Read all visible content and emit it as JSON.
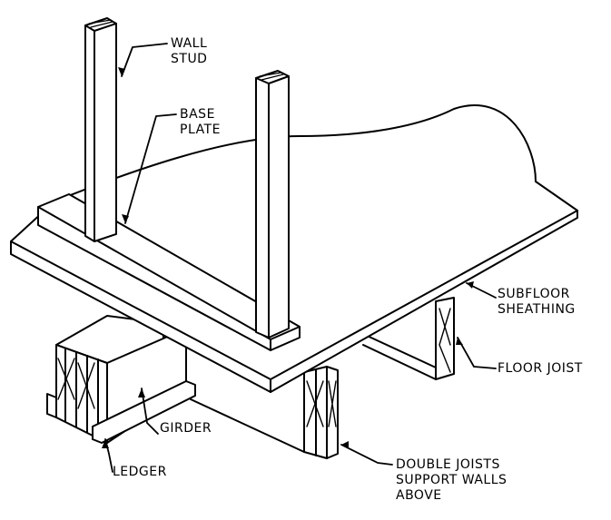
{
  "labels": {
    "wall_stud": [
      "WALL",
      "STUD"
    ],
    "base_plate": [
      "BASE",
      "PLATE"
    ],
    "subfloor_sheathing": [
      "SUBFLOOR",
      "SHEATHING"
    ],
    "floor_joist": [
      "FLOOR JOIST"
    ],
    "girder": [
      "GIRDER"
    ],
    "ledger": [
      "LEDGER"
    ],
    "double_joists": [
      "DOUBLE JOISTS",
      "SUPPORT WALLS",
      "ABOVE"
    ]
  },
  "colors": {
    "ink": "#000000",
    "paper": "#ffffff"
  }
}
